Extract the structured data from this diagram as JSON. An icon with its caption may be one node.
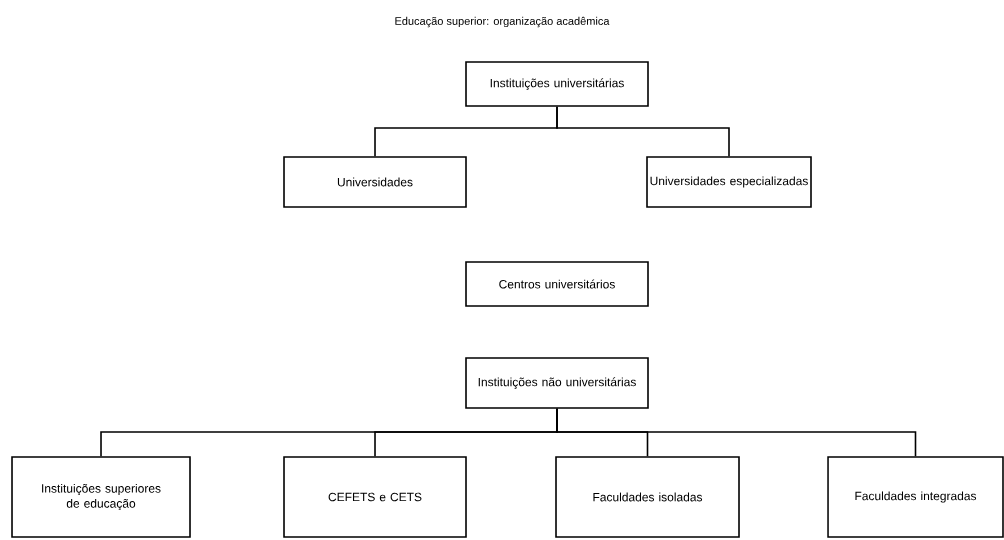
{
  "diagram": {
    "title": "Educação superior: organização  acadêmica",
    "nodes": [
      {
        "text": [
          "Instituições universitárias"
        ]
      },
      {
        "text": [
          "Universidades"
        ]
      },
      {
        "text": [
          "Universidades especializadas"
        ]
      },
      {
        "text": [
          "Centros universitários"
        ]
      },
      {
        "text": [
          "Instituições não universitárias"
        ]
      },
      {
        "text": [
          "Instituições superiores de educação"
        ]
      },
      {
        "text": [
          "CEFETS e CETS"
        ]
      },
      {
        "text": [
          "Faculdades isoladas"
        ]
      },
      {
        "text": [
          "Faculdades integradas"
        ]
      }
    ],
    "edges": [
      {
        "from": 0,
        "to": 1,
        "arrow": "none"
      },
      {
        "from": 0,
        "to": 2,
        "arrow": "none"
      },
      {
        "from": 4,
        "to": 5,
        "arrow": "none"
      },
      {
        "from": 4,
        "to": 6,
        "arrow": "none"
      },
      {
        "from": 4,
        "to": 7,
        "arrow": "none"
      },
      {
        "from": 4,
        "to": 8,
        "arrow": "none"
      }
    ]
  }
}
